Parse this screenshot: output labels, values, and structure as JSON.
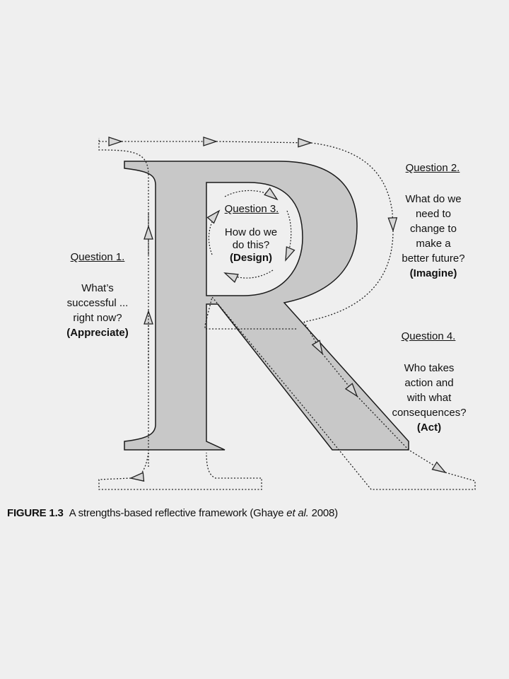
{
  "figure": {
    "letter": "R",
    "questions": [
      {
        "title": "Question 1.",
        "lines": [
          "What’s",
          "successful ...",
          "right now?"
        ],
        "phase": "(Appreciate)"
      },
      {
        "title": "Question 2.",
        "lines": [
          "What do we",
          "need to",
          "change to",
          "make a",
          "better future?"
        ],
        "phase": "(Imagine)"
      },
      {
        "title": "Question 3.",
        "lines": [
          "How do we",
          "do this?"
        ],
        "phase": "(Design)"
      },
      {
        "title": "Question 4.",
        "lines": [
          "Who takes",
          "action and",
          "with what",
          "consequences?"
        ],
        "phase": "(Act)"
      }
    ],
    "colors": {
      "letter_fill": "#c8c8c8",
      "stroke": "#1a1a1a",
      "background": "#efefef"
    }
  },
  "caption": {
    "label": "FIGURE 1.3",
    "text_before": "A strengths-based reflective framework (Ghaye ",
    "italic": "et al.",
    "text_after": " 2008)"
  }
}
